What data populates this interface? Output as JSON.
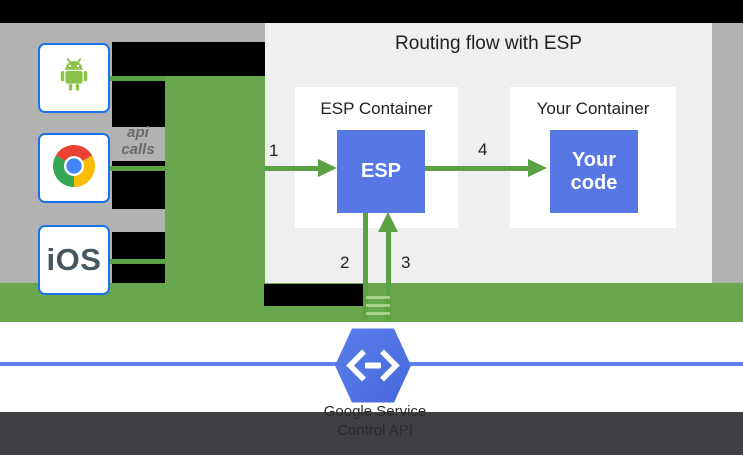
{
  "diagram": {
    "title": "Routing flow with ESP",
    "left_panel": {
      "api_calls_lines": [
        "api",
        "calls"
      ],
      "clients": [
        {
          "name": "android",
          "icon": "android-robot-icon"
        },
        {
          "name": "chrome",
          "icon": "chrome-browser-icon"
        },
        {
          "name": "ios",
          "label": "iOS"
        }
      ]
    },
    "esp_container": {
      "title": "ESP Container",
      "box_label": "ESP"
    },
    "your_container": {
      "title": "Your Container",
      "box_label": "Your code"
    },
    "step_labels": {
      "s1": "1",
      "s2": "2",
      "s3": "3",
      "s4": "4"
    },
    "google_service": {
      "icon": "cloud-endpoints-hexagon-icon",
      "label_lines": [
        "Google Service",
        "Control API"
      ]
    },
    "palette": {
      "band_green": "#68a74e",
      "arrow_green": "#5ba244",
      "box_blue": "#5677e4",
      "hexagon_blue": "#4f73e8",
      "client_border_blue": "#1a73e8",
      "backdrop_gray": "#b2b2b2",
      "panel_gray": "#efefef",
      "footer_dark": "#3f4043",
      "network_line_blue": "#5c80ee"
    }
  }
}
